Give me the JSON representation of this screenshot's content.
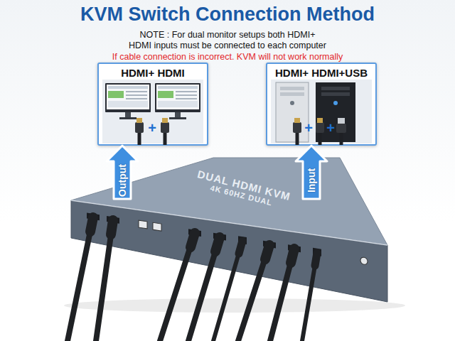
{
  "diagram": {
    "title": "KVM Switch Connection Method",
    "nodes": [
      {
        "text": [
          "HDMI+ HDMI"
        ]
      },
      {
        "text": [
          "HDMI+ HDMI+USB"
        ]
      },
      {
        "text": [
          "DUAL HDMI KVM",
          "4K 60HZ DUAL"
        ]
      }
    ],
    "edges": [
      {
        "from": 2,
        "to": 0,
        "label": "Output",
        "arrow": "to"
      },
      {
        "from": 2,
        "to": 1,
        "label": "Input",
        "arrow": "to"
      }
    ],
    "labels": [
      "NOTE : For dual monitor setups both HDMI+ HDMI inputs must be connected to each computer",
      "If cable connection is incorrect. KVM will not work normally",
      "+",
      "+",
      "+"
    ]
  }
}
